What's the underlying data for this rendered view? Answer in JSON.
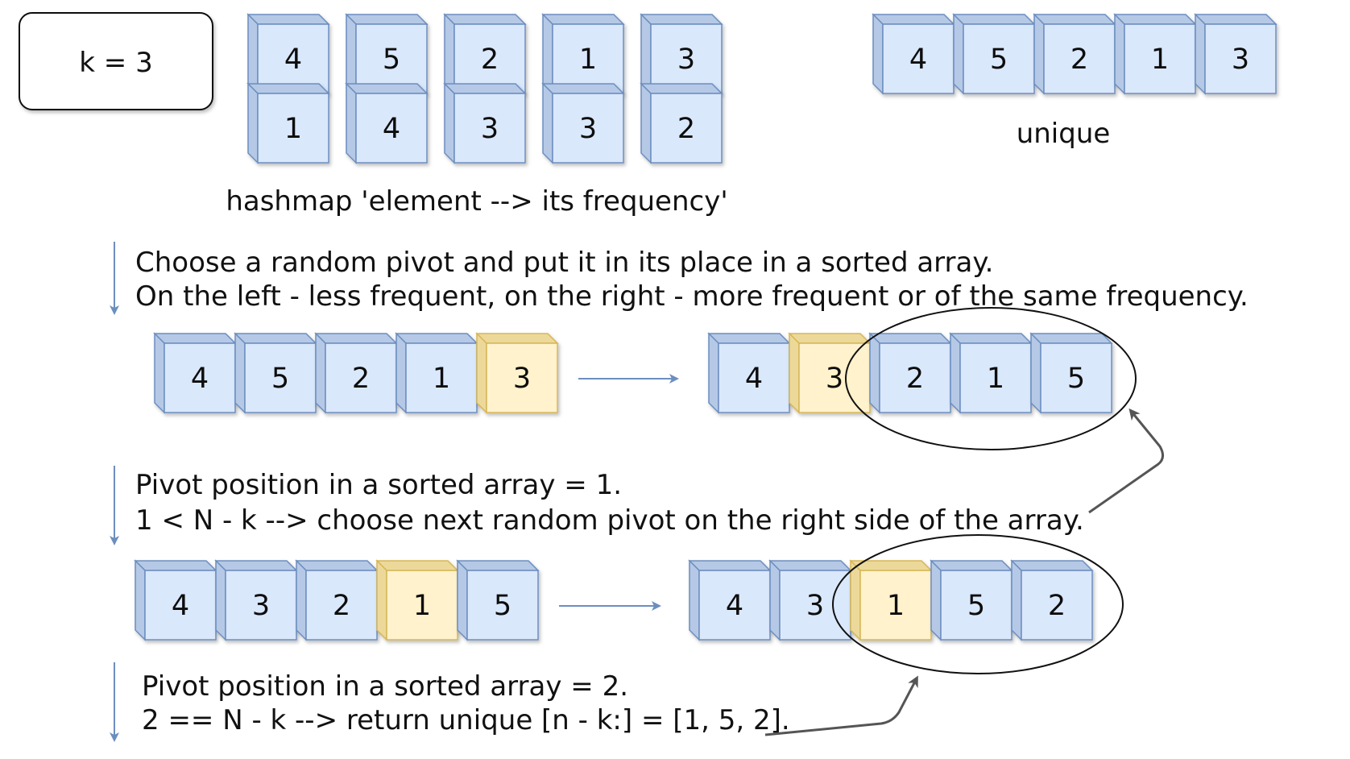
{
  "k_box": {
    "label": "k = 3"
  },
  "hashmap": {
    "caption": "hashmap 'element --> its frequency'",
    "keys": [
      "4",
      "5",
      "2",
      "1",
      "3"
    ],
    "freqs": [
      "1",
      "4",
      "3",
      "3",
      "2"
    ]
  },
  "unique": {
    "caption": "unique",
    "values": [
      "4",
      "5",
      "2",
      "1",
      "3"
    ]
  },
  "step1": {
    "line1": "Choose a random pivot and put it in its place in a sorted array.",
    "line2": "On the left - less frequent, on the right - more frequent or of the same frequency.",
    "before": {
      "values": [
        "4",
        "5",
        "2",
        "1",
        "3"
      ],
      "pivot_index": 4
    },
    "after": {
      "values": [
        "4",
        "3",
        "2",
        "1",
        "5"
      ],
      "pivot_index": 1
    }
  },
  "step2": {
    "line1": "Pivot position in a sorted array = 1.",
    "line2": "1 < N - k --> choose next random pivot on the right side of the array.",
    "before": {
      "values": [
        "4",
        "3",
        "2",
        "1",
        "5"
      ],
      "pivot_index": 3
    },
    "after": {
      "values": [
        "4",
        "3",
        "1",
        "5",
        "2"
      ],
      "pivot_index": 2
    }
  },
  "step3": {
    "line1": "Pivot position in a sorted array = 2.",
    "line2": "2 == N - k --> return unique [n - k:] = [1, 5, 2]."
  },
  "colors": {
    "cube_fill": "#dae8fc",
    "cube_side": "#b5c9e6",
    "cube_stroke": "#6c8ebf",
    "pivot_fill": "#fff2cc",
    "pivot_side": "#ecd99a",
    "pivot_stroke": "#d6b656",
    "arrow": "#6c8ebf",
    "curve_arrow": "#555555"
  }
}
